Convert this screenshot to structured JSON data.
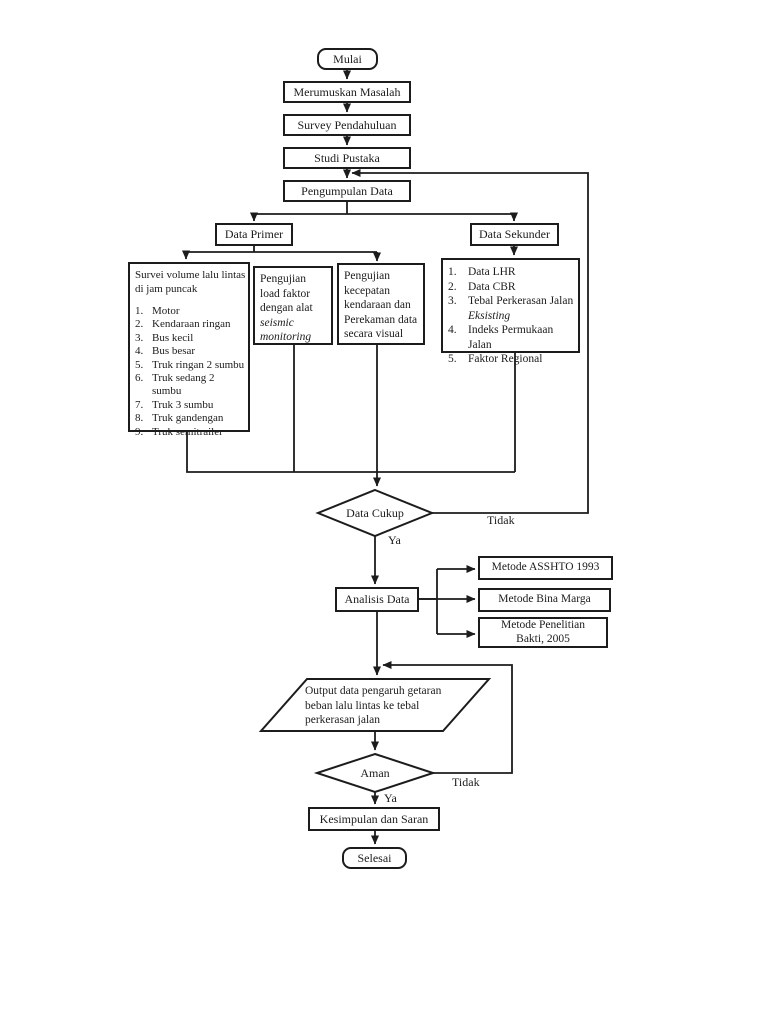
{
  "colors": {
    "ink": "#1c1c1c",
    "paper": "#ffffff"
  },
  "flow": {
    "start": "Mulai",
    "steps": {
      "merumuskan": "Merumuskan Masalah",
      "survey": "Survey Pendahuluan",
      "studi": "Studi Pustaka",
      "pengumpulan": "Pengumpulan Data"
    },
    "primer_label": "Data Primer",
    "sekunder_label": "Data Sekunder",
    "survey_box": {
      "title": "Survei volume lalu lintas di jam puncak",
      "items": [
        {
          "n": "1.",
          "t": "Motor"
        },
        {
          "n": "2.",
          "t": "Kendaraan ringan"
        },
        {
          "n": "3.",
          "t": "Bus kecil"
        },
        {
          "n": "4.",
          "t": "Bus besar"
        },
        {
          "n": "5.",
          "t": "Truk ringan 2 sumbu"
        },
        {
          "n": "6.",
          "t": "Truk sedang 2 sumbu"
        },
        {
          "n": "7.",
          "t": "Truk 3 sumbu"
        },
        {
          "n": "8.",
          "t": "Truk gandengan"
        },
        {
          "n": "9.",
          "t": "Truk semitrailer"
        }
      ]
    },
    "load_box": {
      "text": "Pengujian load faktor dengan alat",
      "italic": "seismic monitoring"
    },
    "speed_box": {
      "text": "Pengujian kecepatan kendaraan dan Perekaman data secara visual"
    },
    "sekunder_box": {
      "items": [
        {
          "n": "1.",
          "t": "Data LHR"
        },
        {
          "n": "2.",
          "t": "Data CBR"
        },
        {
          "n": "3.",
          "t": "Tebal Perkerasan Jalan",
          "italic": "Eksisting"
        },
        {
          "n": "4.",
          "t": "Indeks Permukaan Jalan"
        },
        {
          "n": "5.",
          "t": "Faktor Regional"
        }
      ]
    },
    "decision1": "Data Cukup",
    "decision2": "Aman",
    "edge_labels": {
      "ya1": "Ya",
      "tidak1": "Tidak",
      "ya2": "Ya",
      "tidak2": "Tidak"
    },
    "analysis": "Analisis Data",
    "methods": [
      "Metode ASSHTO 1993",
      "Metode Bina Marga",
      "Metode Penelitian Bakti, 2005"
    ],
    "output": "Output data pengaruh getaran beban lalu lintas ke tebal perkerasan jalan",
    "conclusion": "Kesimpulan dan Saran",
    "end": "Selesai"
  }
}
